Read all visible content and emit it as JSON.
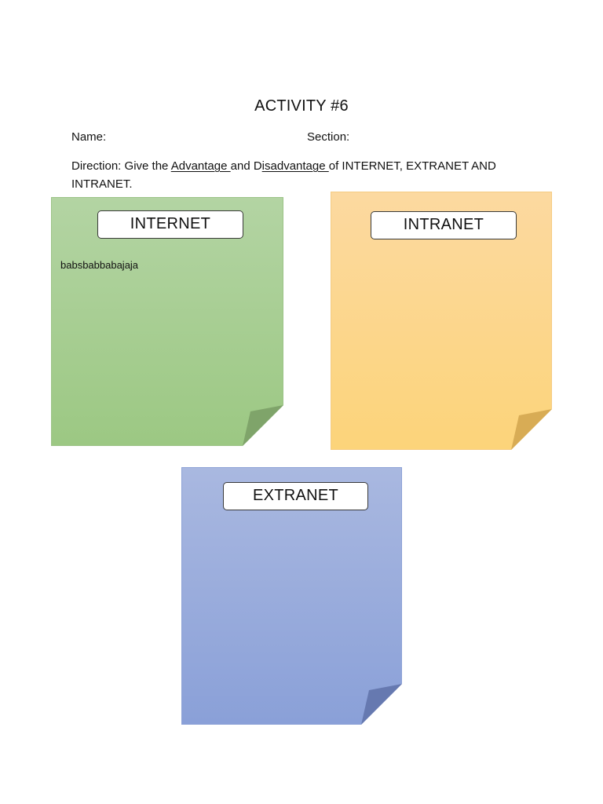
{
  "header": {
    "title": "ACTIVITY #6",
    "name_label": "Name:",
    "section_label": "Section:"
  },
  "direction": {
    "part1": "Direction: Give the ",
    "advantage": "Advantage ",
    "part2": "and D",
    "disadvantage": "isadvantage ",
    "part3": "of INTERNET, EXTRANET AND INTRANET."
  },
  "notes": {
    "internet": {
      "label": "INTERNET",
      "text": "babsbabbabajaja",
      "color": "#9cc883"
    },
    "intranet": {
      "label": "INTRANET",
      "text": "",
      "color": "#fcd47a"
    },
    "extranet": {
      "label": "EXTRANET",
      "text": "",
      "color": "#8aa0d8"
    }
  }
}
